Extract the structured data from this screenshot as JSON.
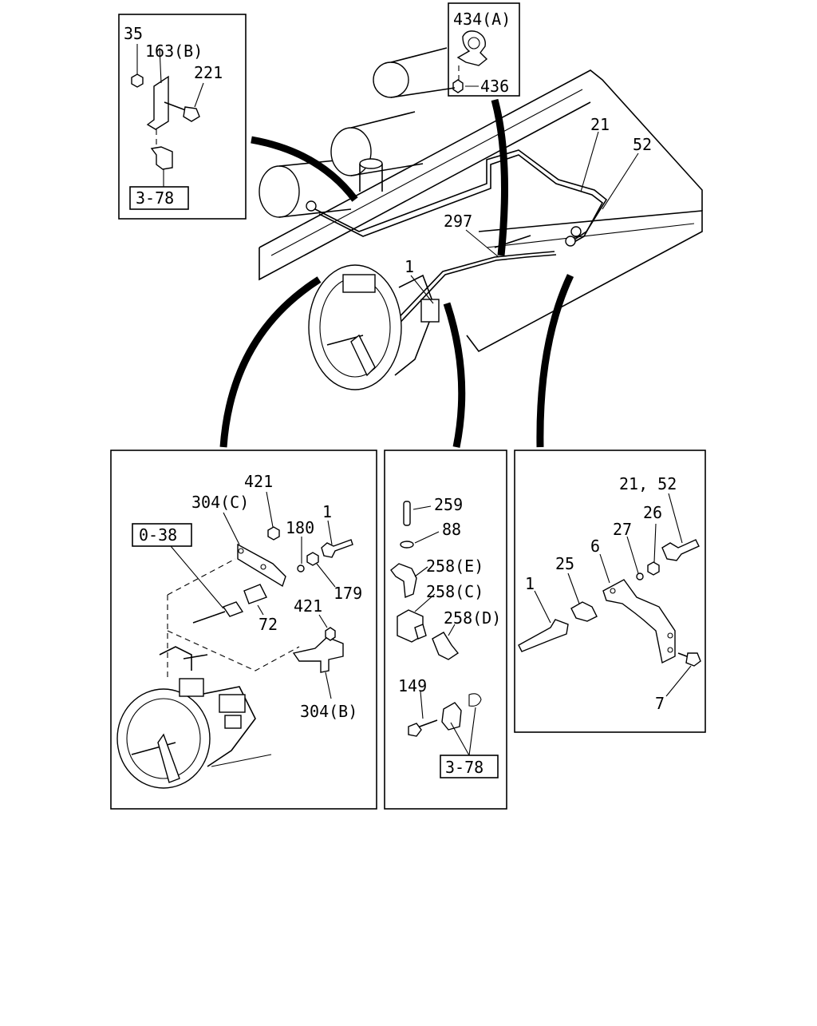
{
  "diagram": {
    "callouts": {
      "top_left": {
        "n35": "35",
        "n163b": "163(B)",
        "n221": "221",
        "ref": "3-78"
      },
      "top_center": {
        "n434a": "434(A)",
        "n436": "436"
      },
      "main": {
        "n21": "21",
        "n52": "52",
        "n297": "297",
        "n1": "1"
      },
      "left_panel": {
        "n421a": "421",
        "n304c": "304(C)",
        "n180": "180",
        "n1": "1",
        "ref": "0-38",
        "n179": "179",
        "n72": "72",
        "n421b": "421",
        "n304b": "304(B)"
      },
      "middle_panel": {
        "n259": "259",
        "n88": "88",
        "n258e": "258(E)",
        "n258c": "258(C)",
        "n258d": "258(D)",
        "n149": "149",
        "ref": "3-78"
      },
      "right_panel": {
        "n2152": "21, 52",
        "n26": "26",
        "n27": "27",
        "n6": "6",
        "n25": "25",
        "n1": "1",
        "n7": "7"
      }
    }
  }
}
